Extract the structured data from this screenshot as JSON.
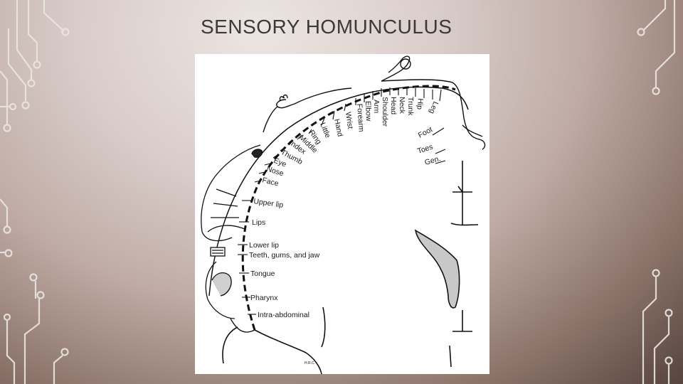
{
  "slide": {
    "title": "SENSORY HOMUNCULUS"
  },
  "figure": {
    "arc_labels": [
      "Little",
      "Ring",
      "Middle",
      "Index",
      "Thumb",
      "Eye",
      "Nose",
      "Face",
      "Hand",
      "Wrist",
      "Forearm",
      "Elbow",
      "Arm",
      "Shoulder",
      "Head",
      "Neck",
      "Trunk",
      "Hip",
      "Leg",
      "Foot",
      "Toes",
      "Gen."
    ],
    "side_labels": [
      "Upper lip",
      "Lips",
      "Lower lip",
      "Teeth, gums, and jaw",
      "Tongue",
      "Pharynx",
      "Intra-abdominal"
    ],
    "signature": "H.R.C."
  },
  "theme": {
    "line_color": "#e8e2de"
  }
}
